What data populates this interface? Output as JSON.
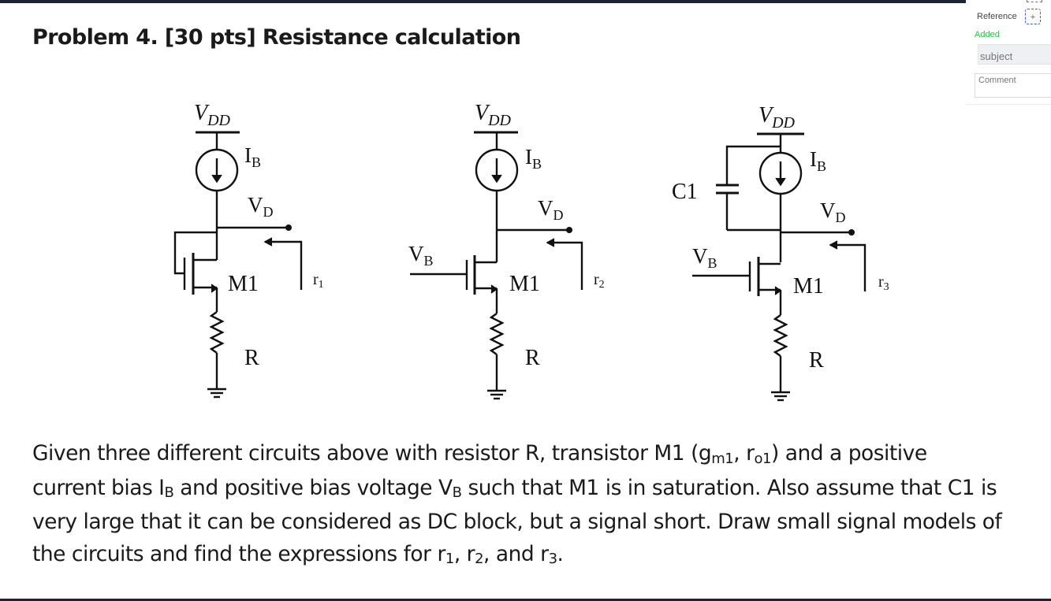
{
  "document": {
    "title": "Problem 4. [30 pts] Resistance calculation",
    "paragraph": {
      "line1": {
        "a": "Given three different circuits above with resistor R, transistor M1 (g",
        "s1": "m1",
        "b": ", r",
        "s2": "o1",
        "c": ") and a positive"
      },
      "line2": {
        "a": "current bias I",
        "s1": "B",
        "b": " and positive bias voltage V",
        "s2": "B",
        "c": " such that M1 is in saturation. Also assume that C1 is"
      },
      "line3": "very large that it can be considered as DC block, but a signal short. Draw small signal models of",
      "line4": {
        "a": "the circuits and find the expressions for r",
        "s1": "1",
        "b": ", r",
        "s2": "2",
        "c": ", and r",
        "s3": "3",
        "d": "."
      }
    }
  },
  "circuits": {
    "vdd": "V",
    "vdd_sub": "DD",
    "ib": "I",
    "ib_sub": "B",
    "vd": "V",
    "vd_sub": "D",
    "vb": "V",
    "vb_sub": "B",
    "m1": "M1",
    "r": "R",
    "c1": "C1",
    "r_label": "r",
    "r1_sub": "1",
    "r2_sub": "2",
    "r3_sub": "3"
  },
  "panel": {
    "reference_label": "Reference",
    "add_icon": "+",
    "status": "Added",
    "subject_placeholder": "subject",
    "comment_placeholder": "Comment"
  }
}
